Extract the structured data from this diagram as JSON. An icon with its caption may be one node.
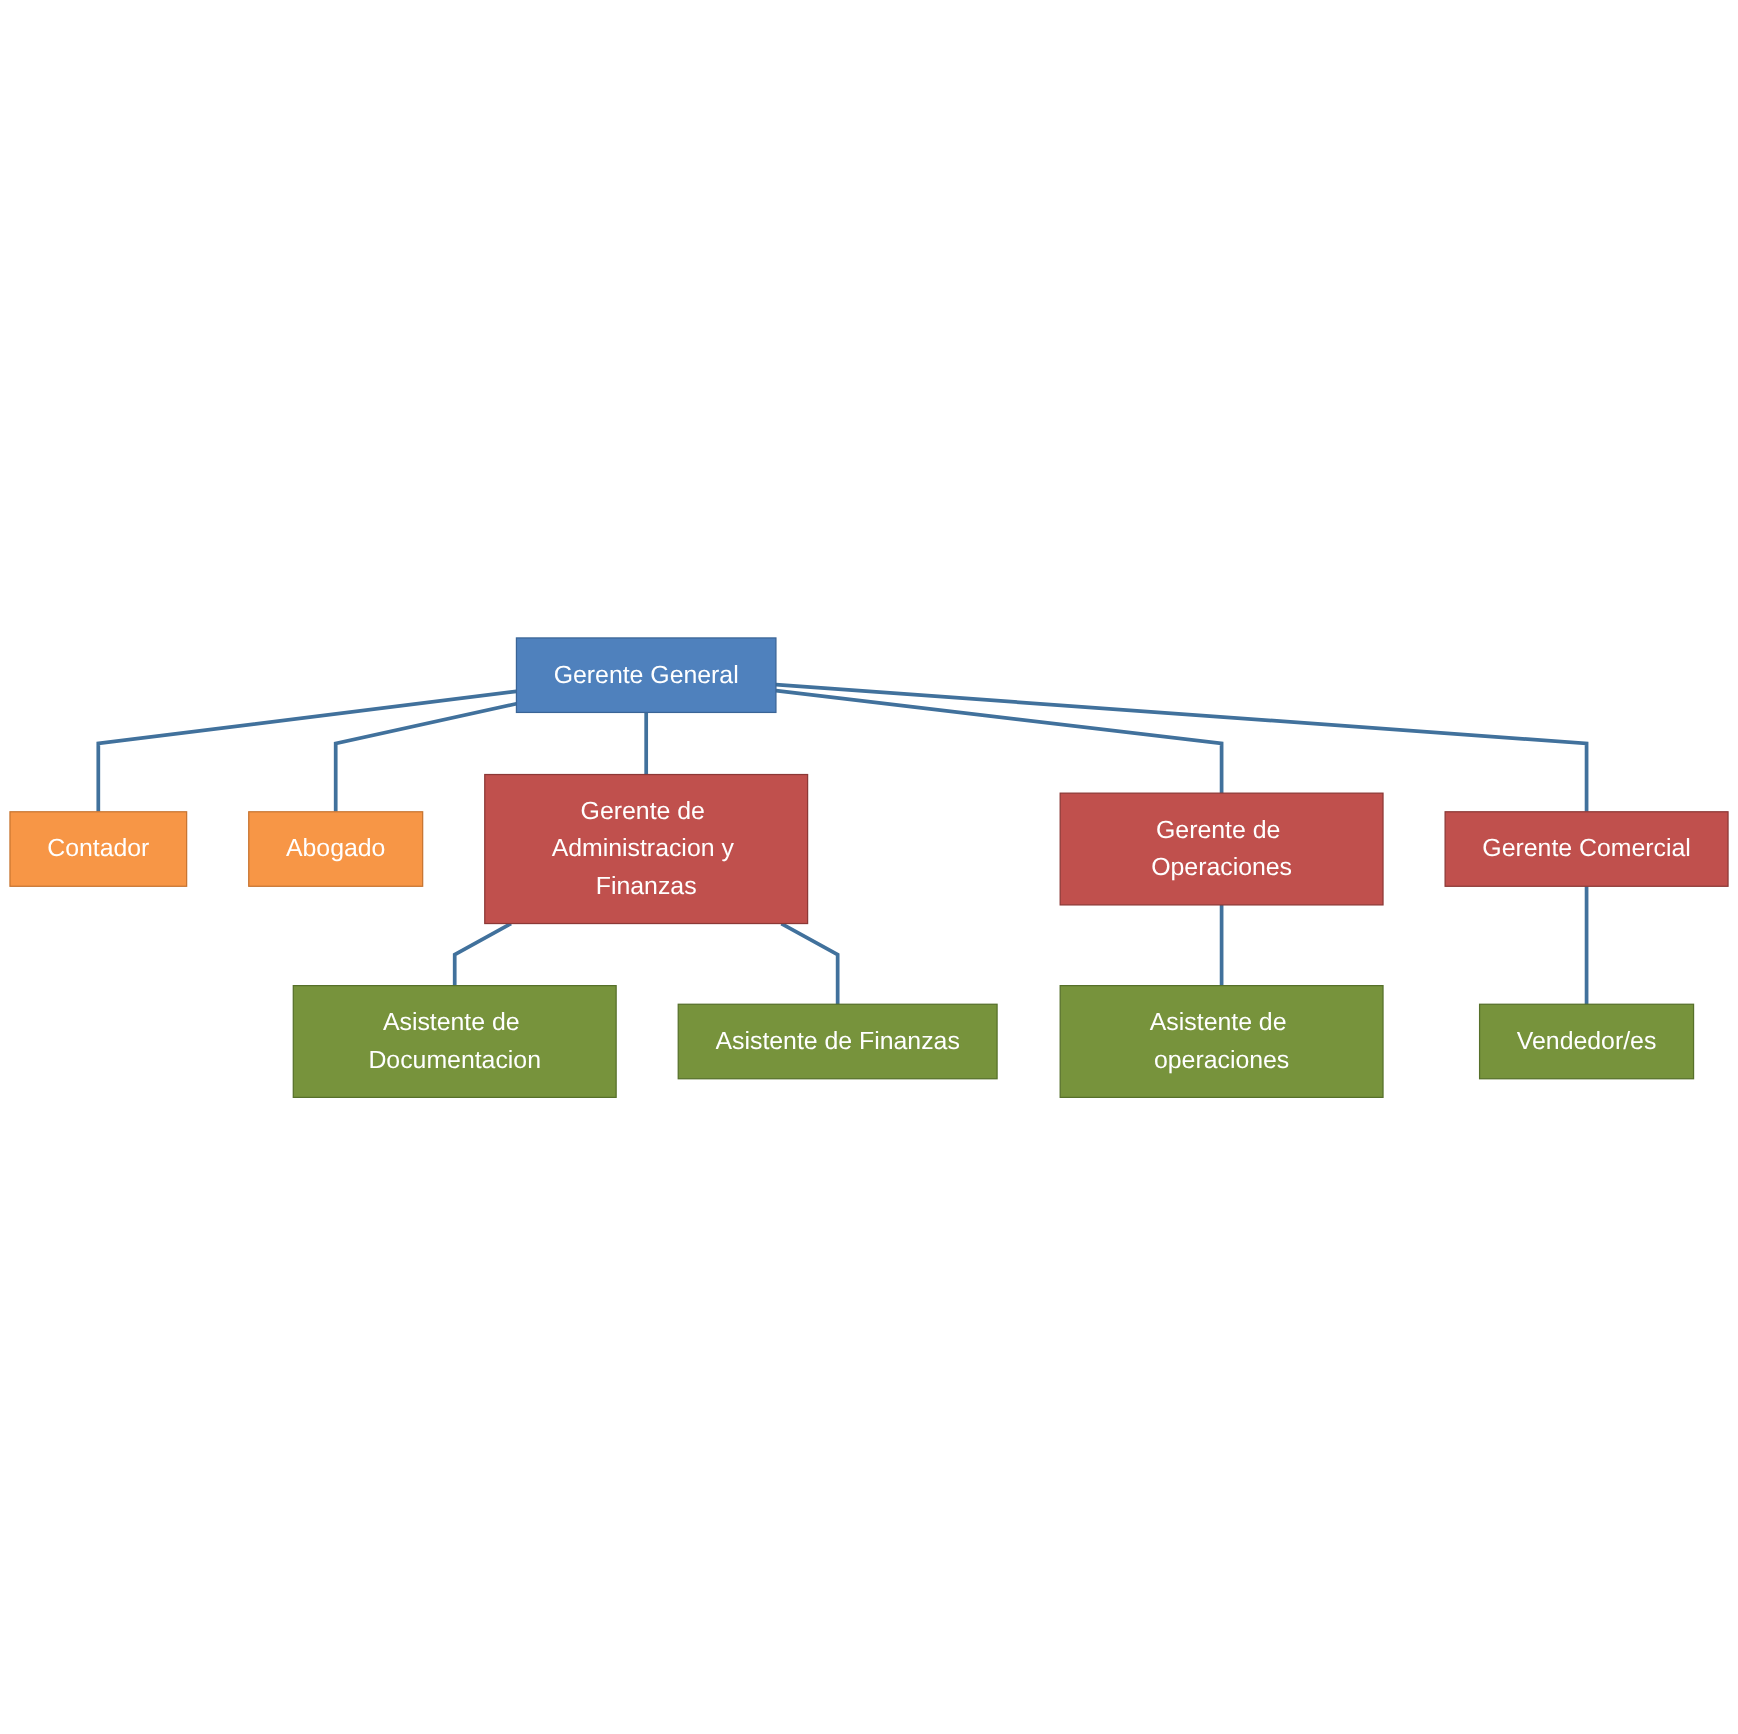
{
  "diagram": {
    "nodes": [
      {
        "text": [
          "Gerente General"
        ]
      },
      {
        "text": [
          "Contador"
        ]
      },
      {
        "text": [
          "Abogado"
        ]
      },
      {
        "text": [
          "Gerente de Administracion y Finanzas"
        ]
      },
      {
        "text": [
          "Gerente de Operaciones"
        ]
      },
      {
        "text": [
          "Gerente Comercial"
        ]
      },
      {
        "text": [
          "Asistente de Documentacion"
        ]
      },
      {
        "text": [
          "Asistente de Finanzas"
        ]
      },
      {
        "text": [
          "Asistente de operaciones"
        ]
      },
      {
        "text": [
          "Vendedor/es"
        ]
      }
    ],
    "edges": [
      {
        "from": 0,
        "to": 1,
        "arrow": "none"
      },
      {
        "from": 0,
        "to": 2,
        "arrow": "none"
      },
      {
        "from": 0,
        "to": 3,
        "arrow": "none"
      },
      {
        "from": 0,
        "to": 4,
        "arrow": "none"
      },
      {
        "from": 0,
        "to": 5,
        "arrow": "none"
      },
      {
        "from": 3,
        "to": 6,
        "arrow": "none"
      },
      {
        "from": 3,
        "to": 7,
        "arrow": "none"
      },
      {
        "from": 4,
        "to": 8,
        "arrow": "none"
      },
      {
        "from": 5,
        "to": 9,
        "arrow": "none"
      }
    ]
  }
}
